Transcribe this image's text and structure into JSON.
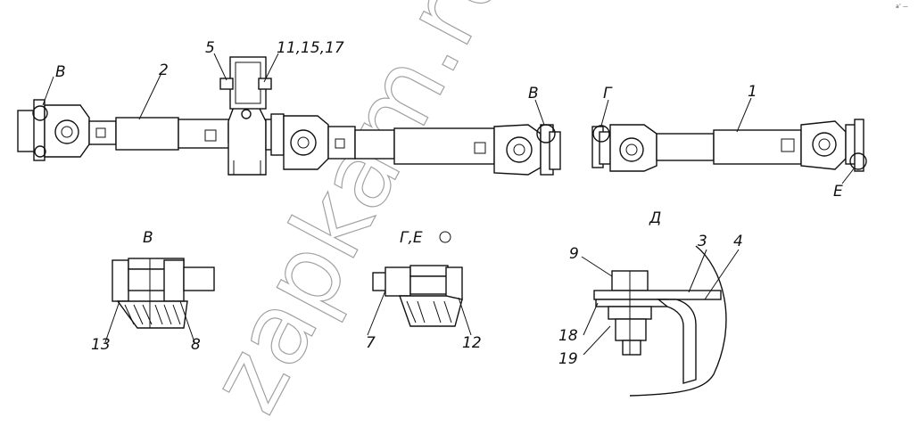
{
  "watermark": "zapkam.ru",
  "corner_mark": "a″ —",
  "labels": {
    "v_left": "В",
    "part2": "2",
    "part5": "5",
    "parts_11_15_17": "11,15,17",
    "v_mid": "В",
    "g_mid": "Г",
    "part1": "1",
    "e_right": "Е",
    "detail_v_title": "В",
    "part13": "13",
    "part8": "8",
    "detail_ge_title": "Г,Е",
    "part7": "7",
    "part12": "12",
    "detail_d_title": "Д",
    "part9": "9",
    "part3": "3",
    "part4": "4",
    "part18": "18",
    "part19": "19"
  }
}
